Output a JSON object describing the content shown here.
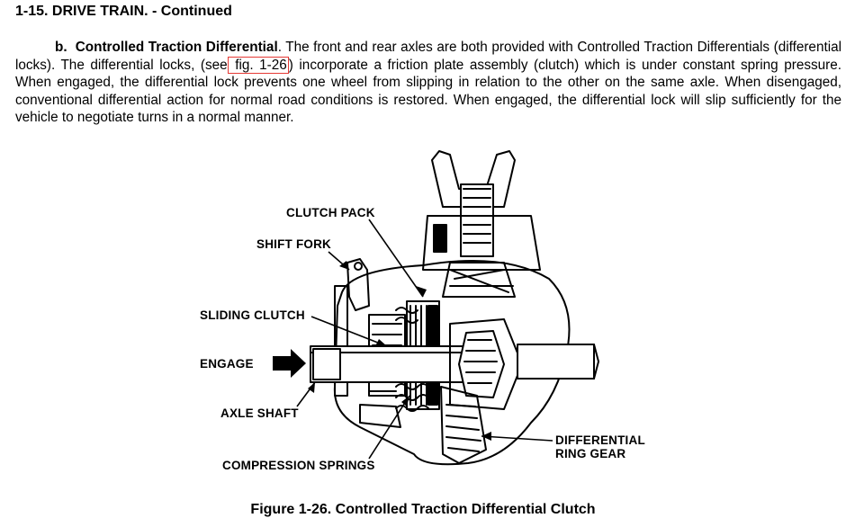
{
  "section": {
    "heading": "1-15.  DRIVE TRAIN.  - Continued"
  },
  "paragraph": {
    "label": "b.",
    "title": "Controlled Traction Differential",
    "text_before_link": ".  The front and rear axles are both provided with Controlled Traction Differentials (differential locks).  The differential locks, (see",
    "link_text": " fig. 1-26",
    "text_after_link": ") incorporate a friction plate assembly (clutch) which is under constant spring pressure.  When engaged, the differential lock prevents one wheel from slipping in relation to the other on the same axle.  When disengaged, conventional differential action for normal road conditions is restored.  When engaged, the differential lock will slip sufficiently for the vehicle to negotiate turns in a normal manner."
  },
  "figure": {
    "callouts": {
      "clutch_pack": "CLUTCH PACK",
      "shift_fork": "SHIFT FORK",
      "sliding_clutch": "SLIDING CLUTCH",
      "engage": "ENGAGE",
      "axle_shaft": "AXLE SHAFT",
      "compression_springs": "COMPRESSION SPRINGS",
      "differential": "DIFFERENTIAL",
      "ring_gear": "RING GEAR"
    },
    "caption": "Figure 1-26.  Controlled Traction Differential Clutch"
  }
}
